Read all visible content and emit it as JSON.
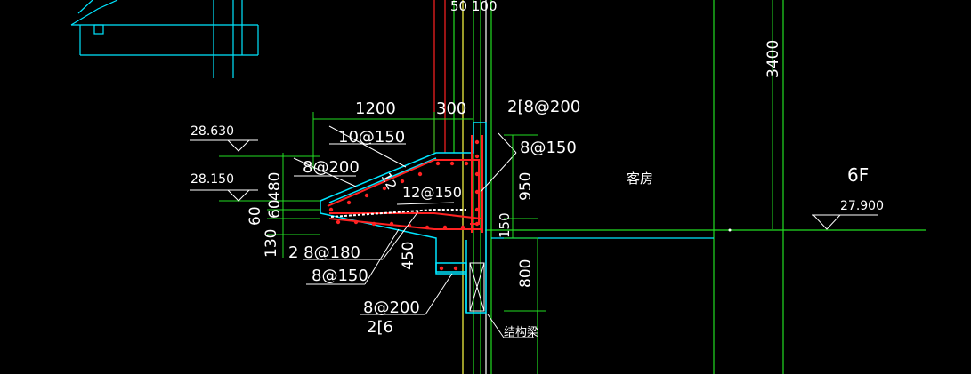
{
  "colors": {
    "background": "#000000",
    "dimension": "#22dd22",
    "text": "#ffffff",
    "outline": "#00e5ff",
    "rebar": "#ff2222",
    "axis": "#ffff44"
  },
  "top_dimension": "50 100",
  "dims": {
    "d1200": "1200",
    "d300": "300",
    "d3400": "3400",
    "d480": "480",
    "d60a": "60",
    "d60b": "60",
    "d130": "130",
    "d450": "450",
    "d950": "950",
    "d150": "150",
    "d800": "800",
    "d12": "12"
  },
  "rebar": {
    "r1": "2[8@200",
    "r2": "10@150",
    "r3": "8@150",
    "r4": "8@200",
    "r5": "12@150",
    "r6": "2 8@180",
    "r7": "8@150",
    "r8": "8@200",
    "r9": "2[6"
  },
  "levels": {
    "l1": "28.630",
    "l2": "28.150",
    "l3": "27.900"
  },
  "room_label": "客房",
  "floor_label": "6F",
  "beam_label": "结构梁"
}
